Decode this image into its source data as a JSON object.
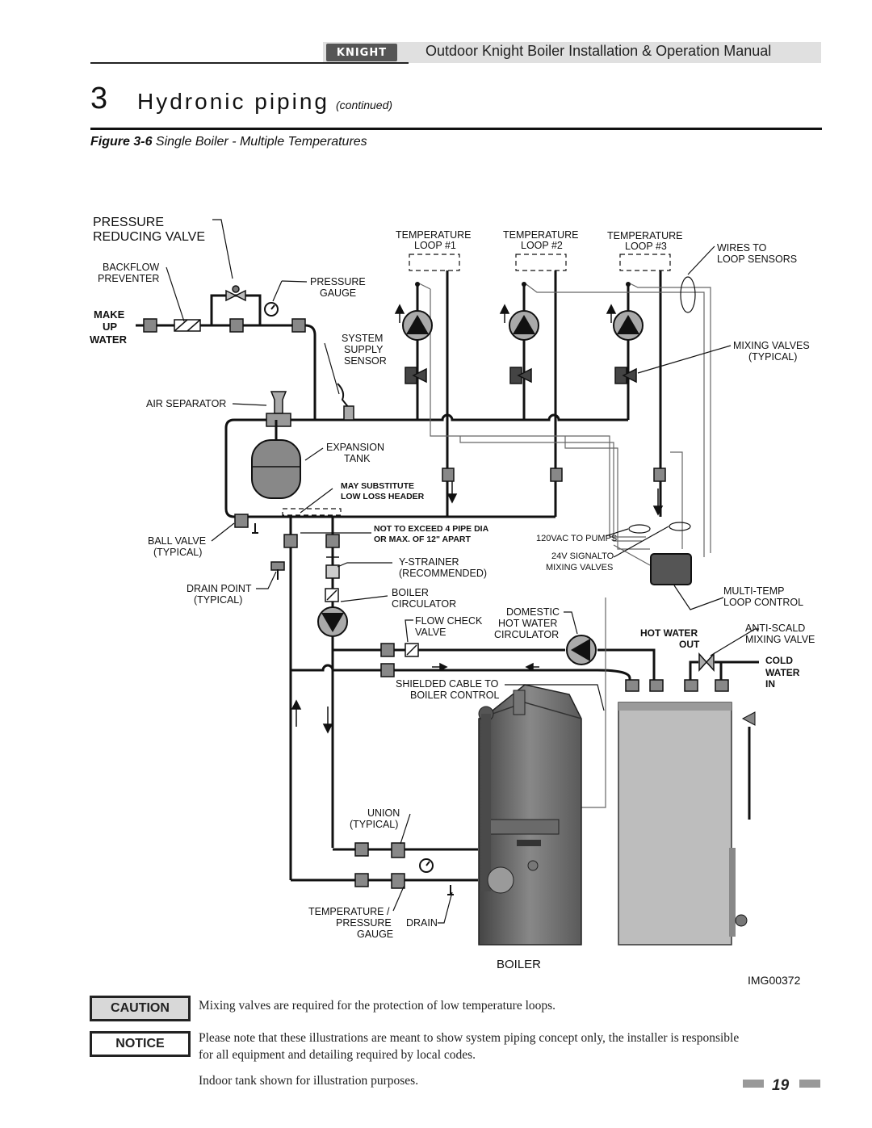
{
  "header": {
    "logo_text": "KNIGHT",
    "manual_title": "Outdoor Knight Boiler Installation & Operation Manual"
  },
  "section": {
    "number": "3",
    "title": "Hydronic piping",
    "continued": "(continued)"
  },
  "figure": {
    "label": "Figure 3-6",
    "caption": "Single Boiler - Multiple Temperatures",
    "image_code": "IMG00372",
    "labels": {
      "prv_1": "PRESSURE",
      "prv_2": "REDUCING VALVE",
      "backflow_1": "BACKFLOW",
      "backflow_2": "PREVENTER",
      "pressure_gauge_1": "PRESSURE",
      "pressure_gauge_2": "GAUGE",
      "makeup_1": "MAKE",
      "makeup_2": "UP",
      "makeup_3": "WATER",
      "temp_loop1_1": "TEMPERATURE",
      "temp_loop1_2": "LOOP #1",
      "temp_loop2_1": "TEMPERATURE",
      "temp_loop2_2": "LOOP #2",
      "temp_loop3_1": "TEMPERATURE",
      "temp_loop3_2": "LOOP #3",
      "wires_1": "WIRES TO",
      "wires_2": "LOOP SENSORS",
      "supply_sensor_1": "SYSTEM",
      "supply_sensor_2": "SUPPLY",
      "supply_sensor_3": "SENSOR",
      "mixing_valves_1": "MIXING VALVES",
      "mixing_valves_2": "(TYPICAL)",
      "air_separator": "AIR SEPARATOR",
      "expansion_1": "EXPANSION",
      "expansion_2": "TANK",
      "substitute_1": "MAY SUBSTITUTE",
      "substitute_2": "LOW LOSS HEADER",
      "not_exceed_1": "NOT TO EXCEED 4  PIPE DIA",
      "not_exceed_2": "OR MAX. OF 12\" APART",
      "ball_valve_1": "BALL VALVE",
      "ball_valve_2": "(TYPICAL)",
      "vac_pumps": "120VAC TO PUMPS",
      "signal_1": "24V SIGNALTO",
      "signal_2": "MIXING VALVES",
      "ystrainer_1": "Y-STRAINER",
      "ystrainer_2": "(RECOMMENDED)",
      "drain_point_1": "DRAIN POINT",
      "drain_point_2": "(TYPICAL)",
      "boiler_circ_1": "BOILER",
      "boiler_circ_2": "CIRCULATOR",
      "multitemp_1": "MULTI-TEMP",
      "multitemp_2": "LOOP CONTROL",
      "domestic_1": "DOMESTIC",
      "domestic_2": "HOT WATER",
      "domestic_3": "CIRCULATOR",
      "flow_check_1": "FLOW CHECK",
      "flow_check_2": "VALVE",
      "hot_water_1": "HOT WATER",
      "hot_water_2": "OUT",
      "antiscald_1": "ANTI-SCALD",
      "antiscald_2": "MIXING VALVE",
      "cold_water_1": "COLD",
      "cold_water_2": "WATER",
      "cold_water_3": "IN",
      "shielded_1": "SHIELDED CABLE TO",
      "shielded_2": "BOILER CONTROL",
      "union_1": "UNION",
      "union_2": "(TYPICAL)",
      "tp_gauge_1": "TEMPERATURE /",
      "tp_gauge_2": "PRESSURE",
      "tp_gauge_3": "GAUGE",
      "drain": "DRAIN",
      "boiler": "BOILER"
    }
  },
  "notes": {
    "caution_label": "CAUTION",
    "caution_text": "Mixing valves are required for the protection of low temperature loops.",
    "notice_label": "NOTICE",
    "notice_text_1": "Please note that these illustrations are meant to show system piping concept only, the installer is responsible",
    "notice_text_2": "for all equipment and detailing required by local codes.",
    "indoor_text": "Indoor tank shown for illustration purposes."
  },
  "page_number": "19"
}
